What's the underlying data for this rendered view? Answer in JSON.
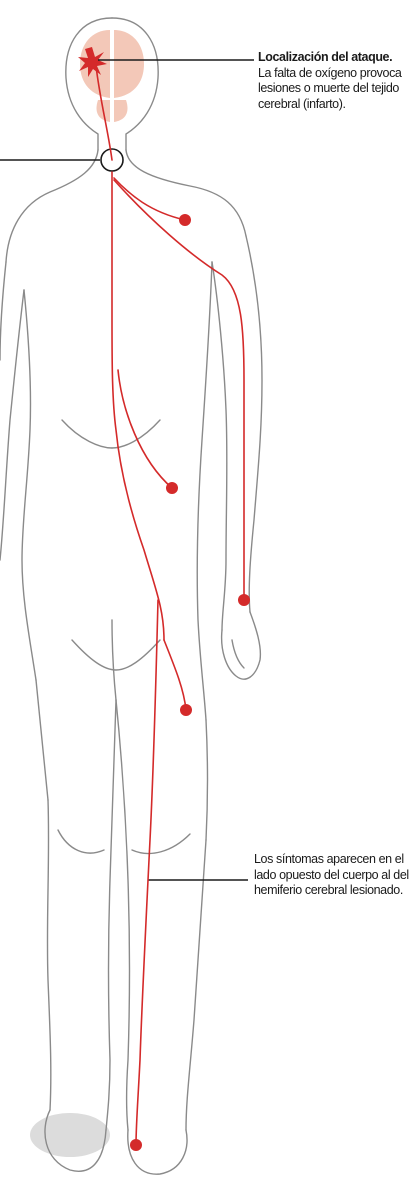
{
  "annotations": {
    "attack_title": "Localización del ataque.",
    "attack_body": "La falta de oxígeno provoca lesiones o muerte del tejido cerebral (infarto).",
    "symptoms": "Los síntomas aparecen en el lado opuesto del cuerpo al del hemiferio cerebral lesionado."
  },
  "colors": {
    "nerve": "#d42a2a",
    "outline": "#8a8a8a",
    "brain": "#f3c8b8",
    "shadow": "#d8d8d8"
  }
}
